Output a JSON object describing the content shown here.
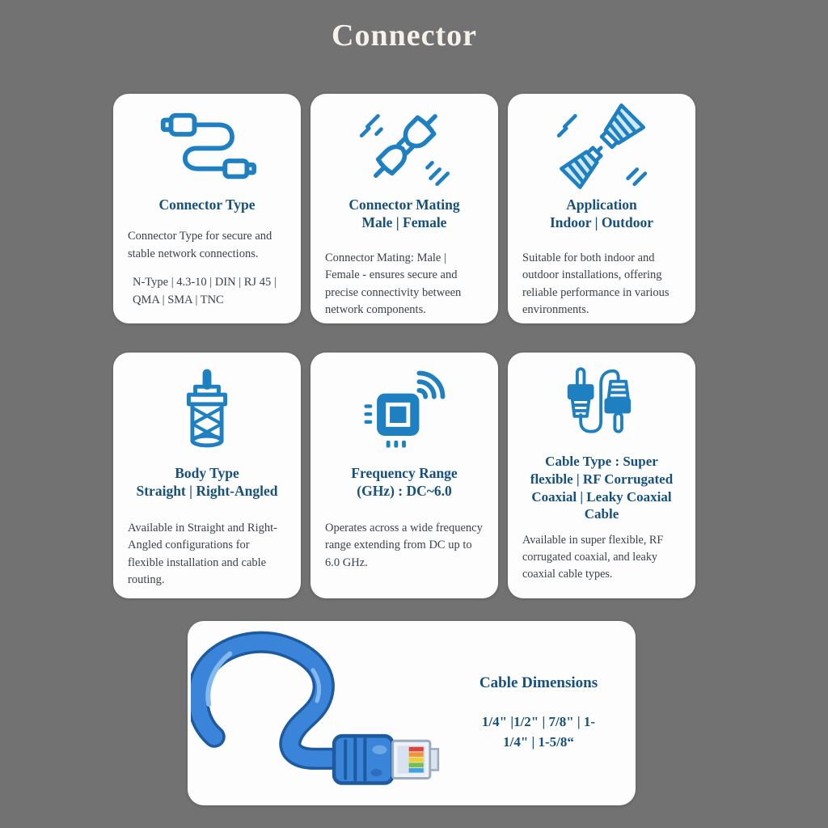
{
  "page": {
    "title": "Connector"
  },
  "colors": {
    "background": "#727272",
    "card_background": "#fdfdfd",
    "icon_blue": "#1f80c1",
    "icon_light_blue": "#cfe9f7",
    "title_navy": "#16507c",
    "body_text": "#39434c",
    "page_title_text": "#f6f2e9",
    "cable_blue": "#3a84da",
    "cable_outline": "#1d5a9e"
  },
  "cards": [
    {
      "icon": "cable-cord-icon",
      "title_lines": [
        "Connector Type"
      ],
      "paragraphs": [
        "Connector Type for secure and stable network connections.",
        "N-Type | 4.3-10 | DIN | RJ 45 | QMA | SMA | TNC"
      ]
    },
    {
      "icon": "mating-plugs-icon",
      "title_lines": [
        "Connector Mating",
        "Male | Female"
      ],
      "paragraphs": [
        "Connector Mating: Male | Female - ensures secure and precise connectivity between network components."
      ]
    },
    {
      "icon": "indoor-outdoor-connectors-icon",
      "title_lines": [
        "Application",
        "Indoor | Outdoor"
      ],
      "paragraphs": [
        "Suitable for both indoor and outdoor installations, offering reliable performance in various environments."
      ]
    },
    {
      "icon": "connector-body-icon",
      "title_lines": [
        "Body Type",
        "Straight | Right-Angled"
      ],
      "paragraphs": [
        "Available in Straight and Right-Angled configurations for flexible installation and cable routing."
      ]
    },
    {
      "icon": "chip-signal-icon",
      "title_lines": [
        "Frequency Range",
        "(GHz) : DC~6.0"
      ],
      "paragraphs": [
        "Operates across a wide frequency range extending from DC up to 6.0 GHz."
      ]
    },
    {
      "icon": "coaxial-cable-plugs-icon",
      "title_lines": [
        "Cable Type : Super",
        "flexible | RF Corrugated",
        "Coaxial | Leaky Coaxial",
        "Cable"
      ],
      "paragraphs": [
        "Available in super flexible, RF corrugated coaxial, and leaky coaxial cable types."
      ]
    }
  ],
  "bottom_card": {
    "icon": "ethernet-cable-illustration",
    "title": "Cable Dimensions",
    "dimension_lines": [
      "1/4\" |1/2\" | 7/8\" | 1-",
      "1/4\" | 1-5/8“"
    ]
  }
}
